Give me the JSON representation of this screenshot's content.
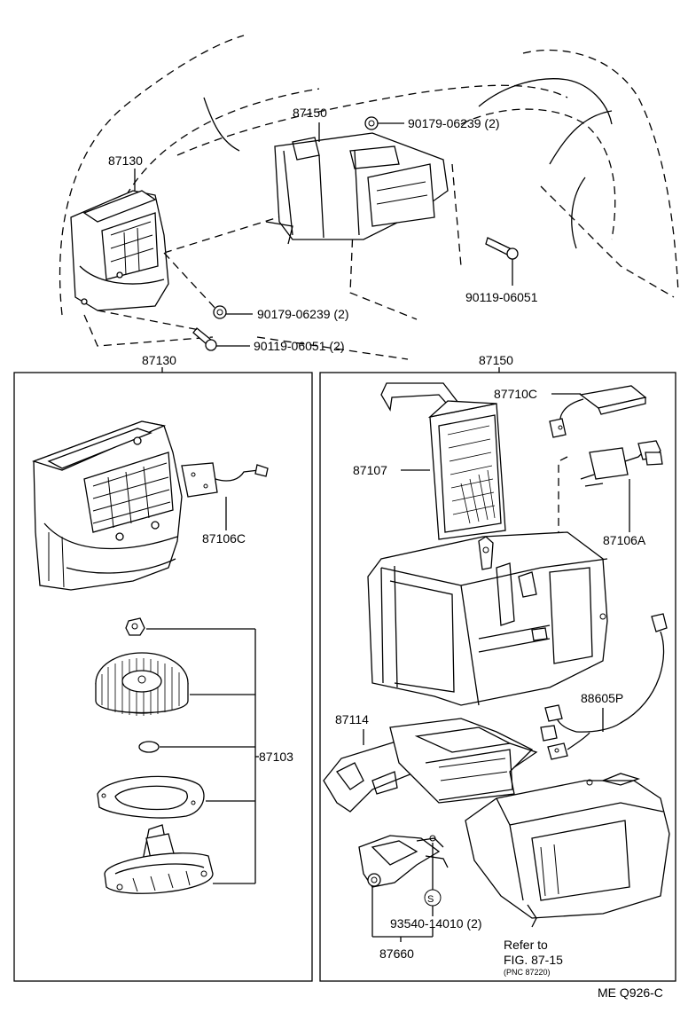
{
  "labels": {
    "top_87150": "87150",
    "top_87130": "87130",
    "clip_top_right": "90179-06239 (2)",
    "bolt_right": "90119-06051",
    "clip_left": "90179-06239 (2)",
    "bolt_left": "90119-06051 (2)",
    "panel_left_title": "87130",
    "panel_right_title": "87150",
    "p87106C": "87106C",
    "p87103": "87103",
    "p87710C": "87710C",
    "p87107": "87107",
    "p87106A": "87106A",
    "p88605P": "88605P",
    "p87114": "87114",
    "s_symbol": "S",
    "screw": "93540-14010 (2)",
    "p87660": "87660",
    "refer_1": "Refer to",
    "refer_2": "FIG. 87-15",
    "refer_3": "(PNC 87220)",
    "doc_code": "ME Q926-C"
  }
}
